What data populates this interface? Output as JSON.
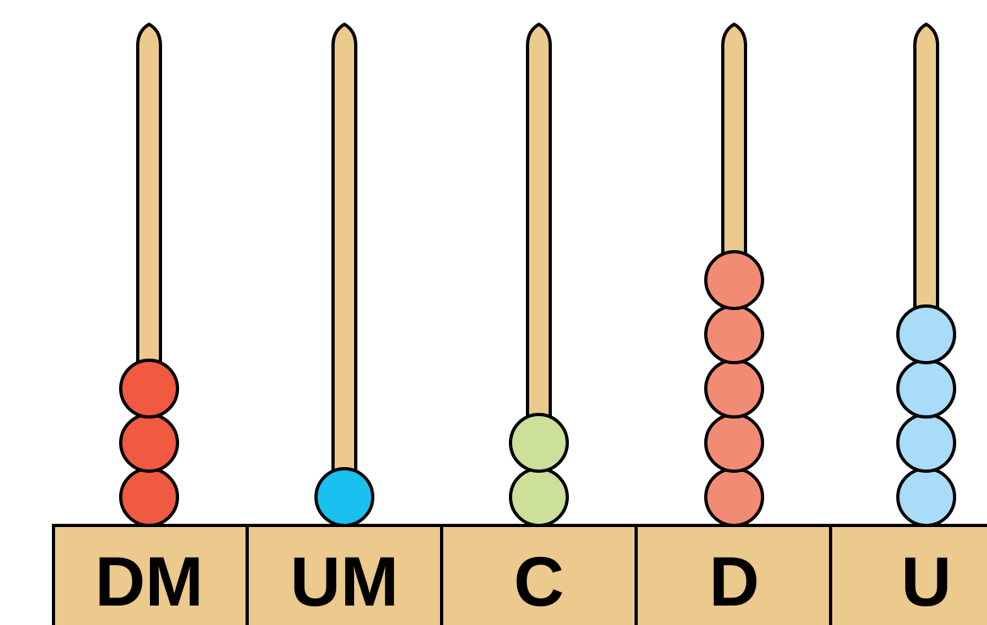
{
  "abacus": {
    "columns": [
      {
        "label": "DM",
        "beads": 3,
        "bead_color": "#f05a40"
      },
      {
        "label": "UM",
        "beads": 1,
        "bead_color": "#19c0f0"
      },
      {
        "label": "C",
        "beads": 2,
        "bead_color": "#cde09a"
      },
      {
        "label": "D",
        "beads": 5,
        "bead_color": "#f28b74"
      },
      {
        "label": "U",
        "beads": 4,
        "bead_color": "#a8dcf8"
      }
    ],
    "rod_color": "#ecc98c",
    "base_color": "#ecc98c",
    "outline_color": "#000000"
  }
}
